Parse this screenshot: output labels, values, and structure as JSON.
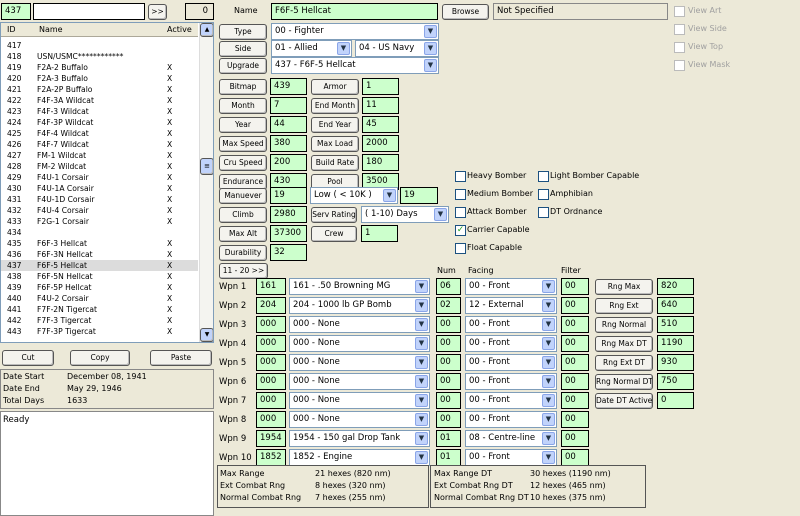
{
  "search": {
    "id": "437",
    "text": "",
    "go_label": ">>",
    "count": "0"
  },
  "list": {
    "headers": {
      "id": "ID",
      "name": "Name",
      "active": "Active"
    },
    "rows": [
      {
        "id": "417",
        "name": "",
        "active": ""
      },
      {
        "id": "418",
        "name": "USN/USMC************",
        "active": ""
      },
      {
        "id": "419",
        "name": "F2A-2 Buffalo",
        "active": "X"
      },
      {
        "id": "420",
        "name": "F2A-3 Buffalo",
        "active": "X"
      },
      {
        "id": "421",
        "name": "F2A-2P Buffalo",
        "active": "X"
      },
      {
        "id": "422",
        "name": "F4F-3A Wildcat",
        "active": "X"
      },
      {
        "id": "423",
        "name": "F4F-3 Wildcat",
        "active": "X"
      },
      {
        "id": "424",
        "name": "F4F-3P Wildcat",
        "active": "X"
      },
      {
        "id": "425",
        "name": "F4F-4 Wildcat",
        "active": "X"
      },
      {
        "id": "426",
        "name": "F4F-7 Wildcat",
        "active": "X"
      },
      {
        "id": "427",
        "name": "FM-1 Wildcat",
        "active": "X"
      },
      {
        "id": "428",
        "name": "FM-2 Wildcat",
        "active": "X"
      },
      {
        "id": "429",
        "name": "F4U-1 Corsair",
        "active": "X"
      },
      {
        "id": "430",
        "name": "F4U-1A Corsair",
        "active": "X"
      },
      {
        "id": "431",
        "name": "F4U-1D Corsair",
        "active": "X"
      },
      {
        "id": "432",
        "name": "F4U-4 Corsair",
        "active": "X"
      },
      {
        "id": "433",
        "name": "F2G-1 Corsair",
        "active": "X"
      },
      {
        "id": "434",
        "name": "",
        "active": ""
      },
      {
        "id": "435",
        "name": "F6F-3 Hellcat",
        "active": "X"
      },
      {
        "id": "436",
        "name": "F6F-3N Hellcat",
        "active": "X"
      },
      {
        "id": "437",
        "name": "F6F-5 Hellcat",
        "active": "X"
      },
      {
        "id": "438",
        "name": "F6F-5N Hellcat",
        "active": "X"
      },
      {
        "id": "439",
        "name": "F6F-5P Hellcat",
        "active": "X"
      },
      {
        "id": "440",
        "name": "F4U-2 Corsair",
        "active": "X"
      },
      {
        "id": "441",
        "name": "F7F-2N Tigercat",
        "active": "X"
      },
      {
        "id": "442",
        "name": "F7F-3 Tigercat",
        "active": "X"
      },
      {
        "id": "443",
        "name": "F7F-3P Tigercat",
        "active": "X"
      }
    ],
    "scrollbar": {
      "up": "▲",
      "down": "▼",
      "grip": "≡"
    }
  },
  "clipboard": {
    "cut": "Cut",
    "copy": "Copy",
    "paste": "Paste"
  },
  "dates": {
    "start_label": "Date Start",
    "start": "December 08, 1941",
    "end_label": "Date End",
    "end": "May 29, 1946",
    "days_label": "Total Days",
    "days": "1633"
  },
  "status": "Ready",
  "name": {
    "label": "Name",
    "value": "F6F-5 Hellcat",
    "browse": "Browse",
    "art": "Not Specified"
  },
  "views": [
    "View Art",
    "View Side",
    "View Top",
    "View Mask"
  ],
  "type": {
    "label": "Type",
    "value": "00 - Fighter"
  },
  "side": {
    "label": "Side",
    "value": "01 - Allied",
    "nation": "04 - US Navy"
  },
  "upgrade": {
    "label": "Upgrade",
    "value": "437 - F6F-5 Hellcat"
  },
  "stats_left": [
    {
      "label": "Bitmap",
      "value": "439"
    },
    {
      "label": "Month",
      "value": "7"
    },
    {
      "label": "Year",
      "value": "44"
    },
    {
      "label": "Max Speed",
      "value": "380"
    },
    {
      "label": "Cru Speed",
      "value": "200"
    },
    {
      "label": "Endurance",
      "value": "430"
    }
  ],
  "stats_right": [
    {
      "label": "Armor",
      "value": "1"
    },
    {
      "label": "End Month",
      "value": "11"
    },
    {
      "label": "End Year",
      "value": "45"
    },
    {
      "label": "Max Load",
      "value": "2000"
    },
    {
      "label": "Build Rate",
      "value": "180"
    },
    {
      "label": "Pool",
      "value": "3500"
    }
  ],
  "maneuver": {
    "label": "Manuever",
    "value": "19",
    "band": "Low    ( < 10K )",
    "band_value": "19"
  },
  "climb": {
    "label": "Climb",
    "value": "2980",
    "serv_label": "Serv Rating",
    "serv_value": "( 1-10)  Days"
  },
  "maxalt": {
    "label": "Max Alt",
    "value": "37300",
    "crew_label": "Crew",
    "crew_value": "1"
  },
  "durability": {
    "label": "Durability",
    "value": "32"
  },
  "next_page": "11 - 20 >>",
  "caps": [
    {
      "label": "Heavy Bomber",
      "checked": false
    },
    {
      "label": "Medium Bomber",
      "checked": false
    },
    {
      "label": "Attack Bomber",
      "checked": false
    },
    {
      "label": "Carrier Capable",
      "checked": true
    },
    {
      "label": "Float Capable",
      "checked": false
    },
    {
      "label": "Light Bomber Capable",
      "checked": false
    },
    {
      "label": "Amphibian",
      "checked": false
    },
    {
      "label": "DT Ordnance",
      "checked": false
    }
  ],
  "weapons_headers": {
    "num": "Num",
    "facing": "Facing",
    "filter": "Filter"
  },
  "weapons": [
    {
      "label": "Wpn 1",
      "id": "161",
      "device": "161 - .50 Browning MG",
      "num": "06",
      "facing": "00 - Front",
      "filter": "00"
    },
    {
      "label": "Wpn 2",
      "id": "204",
      "device": "204 - 1000 lb GP Bomb",
      "num": "02",
      "facing": "12 - External",
      "filter": "00"
    },
    {
      "label": "Wpn 3",
      "id": "000",
      "device": "000 - None",
      "num": "00",
      "facing": "00 - Front",
      "filter": "00"
    },
    {
      "label": "Wpn 4",
      "id": "000",
      "device": "000 - None",
      "num": "00",
      "facing": "00 - Front",
      "filter": "00"
    },
    {
      "label": "Wpn 5",
      "id": "000",
      "device": "000 - None",
      "num": "00",
      "facing": "00 - Front",
      "filter": "00"
    },
    {
      "label": "Wpn 6",
      "id": "000",
      "device": "000 - None",
      "num": "00",
      "facing": "00 - Front",
      "filter": "00"
    },
    {
      "label": "Wpn 7",
      "id": "000",
      "device": "000 - None",
      "num": "00",
      "facing": "00 - Front",
      "filter": "00"
    },
    {
      "label": "Wpn 8",
      "id": "000",
      "device": "000 - None",
      "num": "00",
      "facing": "00 - Front",
      "filter": "00"
    },
    {
      "label": "Wpn 9",
      "id": "1954",
      "device": "1954 - 150 gal Drop Tank",
      "num": "01",
      "facing": "08 - Centre-line",
      "filter": "00"
    },
    {
      "label": "Wpn 10",
      "id": "1852",
      "device": "1852 - Engine",
      "num": "01",
      "facing": "00 - Front",
      "filter": "00"
    }
  ],
  "ranges": [
    {
      "label": "Rng Max",
      "value": "820"
    },
    {
      "label": "Rng Ext",
      "value": "640"
    },
    {
      "label": "Rng Normal",
      "value": "510"
    },
    {
      "label": "Rng Max DT",
      "value": "1190"
    },
    {
      "label": "Rng Ext DT",
      "value": "930"
    },
    {
      "label": "Rng Normal DT",
      "value": "750"
    },
    {
      "label": "Date DT Active",
      "value": "0"
    }
  ],
  "summary_left": [
    {
      "label": "Max Range",
      "value": "21 hexes (820 nm)"
    },
    {
      "label": "Ext Combat Rng",
      "value": "8 hexes (320 nm)"
    },
    {
      "label": "Normal Combat Rng",
      "value": "7 hexes (255 nm)"
    }
  ],
  "summary_right": [
    {
      "label": "Max Range DT",
      "value": "30 hexes (1190 nm)"
    },
    {
      "label": "Ext Combat Rng DT",
      "value": "12 hexes (465 nm)"
    },
    {
      "label": "Normal Combat Rng DT",
      "value": "10 hexes (375 nm)"
    }
  ],
  "colors": {
    "field": "#ccffcc",
    "bg": "#ece9d8",
    "selected": "#dcdcdc"
  }
}
